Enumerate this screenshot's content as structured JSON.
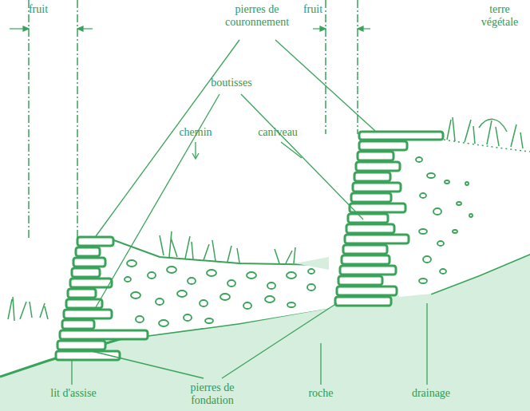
{
  "diagram": {
    "labels": [
      "fruit",
      "fruit",
      "pierres de couronnement",
      "terre végétale",
      "boutisses",
      "chemin",
      "caniveau",
      "lit d'assise",
      "pierres de fondation",
      "roche",
      "drainage"
    ]
  }
}
